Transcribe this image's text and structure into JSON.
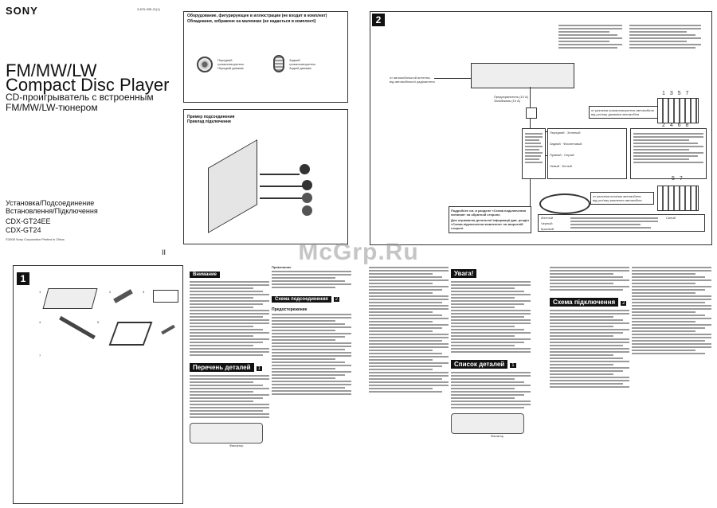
{
  "brand": "SONY",
  "doc_code": "3-876-935-21(1)",
  "product_title_en_1": "FM/MW/LW",
  "product_title_en_2": "Compact Disc Player",
  "product_title_ru_1": "CD-проигрыватель с встроенным",
  "product_title_ru_2": "FM/MW/LW-тюнером",
  "install_ru": "Установка/Подсоединение",
  "install_uk": "Встановлення/Підключення",
  "model_1": "CDX-GT24EE",
  "model_2": "CDX-GT24",
  "copyright": "©2008 Sony Corporation   Printed in China",
  "equipment_box": {
    "title_ru": "Оборудование, фигурирующее в иллюстрации (не входит в комплект)",
    "title_uk": "Обладнання, зображене на малюнках (не надається в комплекті)",
    "front_label_1": "Передний",
    "front_label_2": "громкоговоритель",
    "front_label_3": "Передній динамік",
    "rear_label_1": "Задний",
    "rear_label_2": "громкоговоритель",
    "rear_label_3": "Задній динамік"
  },
  "example_box": {
    "title_ru": "Пример подсоединения",
    "title_uk": "Приклад підключення"
  },
  "fig2": {
    "number": "2",
    "auto_antenna_1": "от автомобильной антенны",
    "auto_antenna_2": "від автомобільної радіоантени",
    "fuse": "Предохранитель (10 A)",
    "fuse_uk": "Запобіжник (10 A)",
    "rear_label_1": "от разъема громкоговорителя автомобиля",
    "rear_label_2": "від роз'єму динаміка автомобіля",
    "power_label_1": "от разъема питания автомобиля",
    "power_label_2": "від роз'єму живлення автомобіля",
    "note_1": "Подробнее см. в разделе «Схема подключения питания» на обратной стороне.",
    "note_2": "Для отримання детальної інформації див. розділ «Схема підключення живлення» на зворотній стороні.",
    "rows": [
      {
        "side": "Передний",
        "color": "Зеленый"
      },
      {
        "side": "Задний",
        "color": "Фиолетовый"
      },
      {
        "side": "Правый",
        "color": "Серый"
      },
      {
        "side": "Левый",
        "color": "Белый"
      }
    ],
    "pins_top": "1 3 5 7",
    "pins_bottom": "2 4 6 8",
    "pins_right": "5 7",
    "wire_yellow": "Желтый",
    "wire_black": "Черный",
    "wire_red": "Красный",
    "wire_blue": "Синий"
  },
  "page_mark": "II",
  "fig1_number": "1",
  "fig1_markers": [
    "1",
    "2",
    "3",
    "4",
    "5",
    "6",
    "7"
  ],
  "sections": {
    "warnings": "Внимание",
    "parts_list_ru": "Перечень деталей",
    "parts_list_uk": "Список деталей",
    "step_1": "1",
    "step_2": "2",
    "connection_ru": "Схема подсоединения",
    "connection_uk": "Схема підключення",
    "warning_uk": "Увага!",
    "precautions": "Предостережение",
    "note_ru": "Примечание",
    "fixer_ru": "Фиксатор",
    "fixer_uk": "Фіксатор"
  },
  "watermark": "McGrp.Ru"
}
